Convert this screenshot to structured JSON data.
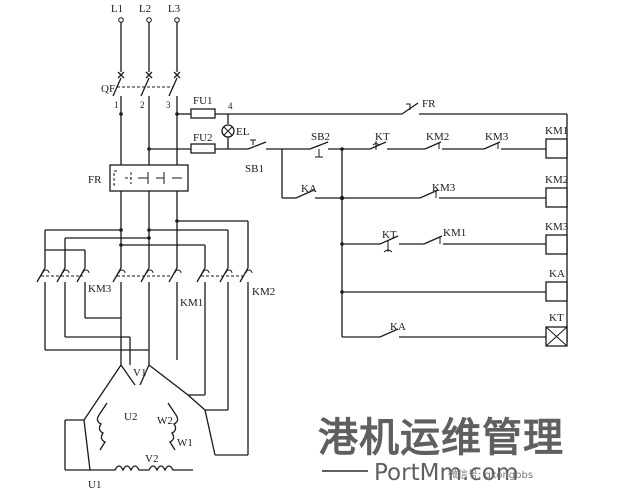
{
  "power": {
    "l1": "L1",
    "l2": "L2",
    "l3": "L3",
    "breaker": "QF",
    "n1": "1",
    "n2": "2",
    "n3": "3"
  },
  "fuses": {
    "fu1": "FU1",
    "fu2": "FU2",
    "node4": "4",
    "lamp": "EL"
  },
  "relays": {
    "fr_top": "FR",
    "fr_main": "FR"
  },
  "switches": {
    "sb1": "SB1",
    "sb2": "SB2"
  },
  "contacts": {
    "kt_row1": "KT",
    "km2_row1": "KM2",
    "km3_row1": "KM3",
    "ka_row2": "KA",
    "km3_row2": "KM3",
    "kt_row3": "KT",
    "km1_row3": "KM1",
    "ka_row5": "KA"
  },
  "coils": [
    "KM1",
    "KM2",
    "KM3",
    "KA",
    "KT"
  ],
  "main_contactors": {
    "km3": "KM3",
    "km1": "KM1",
    "km2": "KM2"
  },
  "motor": {
    "v1": "V1",
    "u2": "U2",
    "w2": "W2",
    "w1": "W1",
    "u1": "U1",
    "v2": "V2"
  },
  "watermark": {
    "chinese": "港机运维管理",
    "site": "PortMm.com",
    "wechat": "微信号: gkongbbs"
  }
}
